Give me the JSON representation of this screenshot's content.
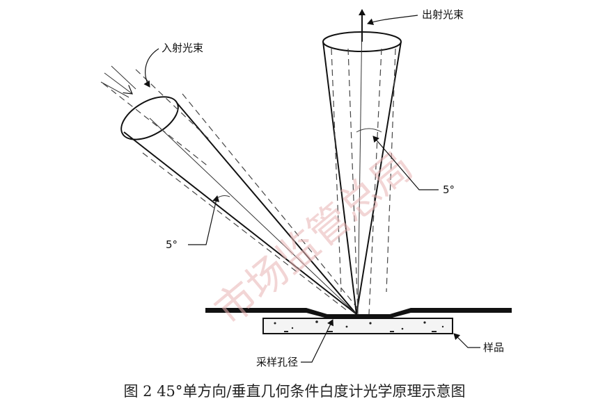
{
  "labels": {
    "incident_beam": "入射光束",
    "exit_beam": "出射光束",
    "angle_incident": "5°",
    "angle_exit": "5°",
    "sample": "样品",
    "aperture": "采样孔径"
  },
  "caption": "图 2   45°单方向/垂直几何条件白度计光学原理示意图",
  "watermark": "市场监管总局"
}
